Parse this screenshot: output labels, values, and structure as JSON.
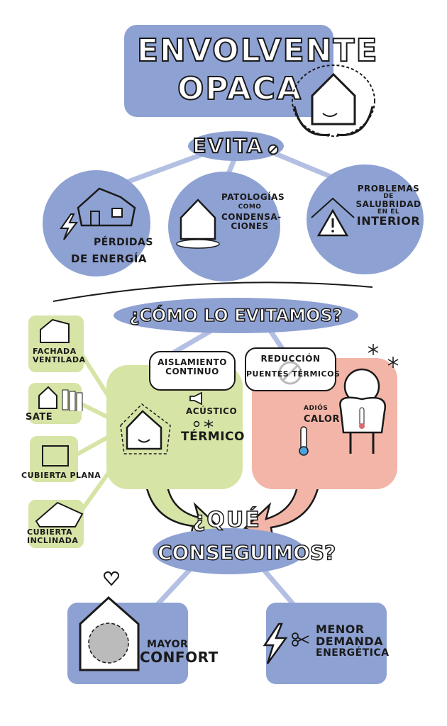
{
  "title": {
    "line1": "ENVOLVENTE",
    "line2": "OPACA"
  },
  "evita": {
    "label": "EVITA"
  },
  "avoids": [
    {
      "l1": "PÉRDIDAS",
      "l2": "DE ENERGÍA"
    },
    {
      "l1": "PATOLOGÍAS",
      "l2": "COMO",
      "l3": "CONDENSA-",
      "l4": "CIONES"
    },
    {
      "l1": "PROBLEMAS",
      "l2": "DE",
      "l3": "SALUBRIDAD",
      "l4": "EN EL",
      "l5": "INTERIOR"
    }
  ],
  "how": {
    "label": "¿CÓMO LO EVITAMOS?"
  },
  "systems": [
    {
      "l1": "FACHADA",
      "l2": "VENTILADA"
    },
    {
      "l1": "SATE"
    },
    {
      "l1": "CUBIERTA PLANA"
    },
    {
      "l1": "CUBIERTA",
      "l2": "INCLINADA"
    }
  ],
  "insulation": {
    "bubble_l1": "AISLAMIENTO",
    "bubble_l2": "CONTINUO",
    "acoustic": "ACÚSTICO",
    "thermal": "TÉRMICO"
  },
  "bridges": {
    "bubble_l1": "REDUCCIÓN",
    "bubble_l2": "PUENTES TÉRMICOS",
    "note_l1": "ADIÓS",
    "note_l2": "CALOR"
  },
  "result": {
    "l1": "¿QUÉ",
    "l2": "CONSEGUIMOS?"
  },
  "benefits": [
    {
      "l1": "MAYOR",
      "l2": "CONFORT"
    },
    {
      "l1": "MENOR",
      "l2": "DEMANDA",
      "l3": "ENERGÉTICA"
    }
  ],
  "colors": {
    "blue": "#8ea1d3",
    "green": "#d6e4a6",
    "red": "#f3b5a7"
  }
}
